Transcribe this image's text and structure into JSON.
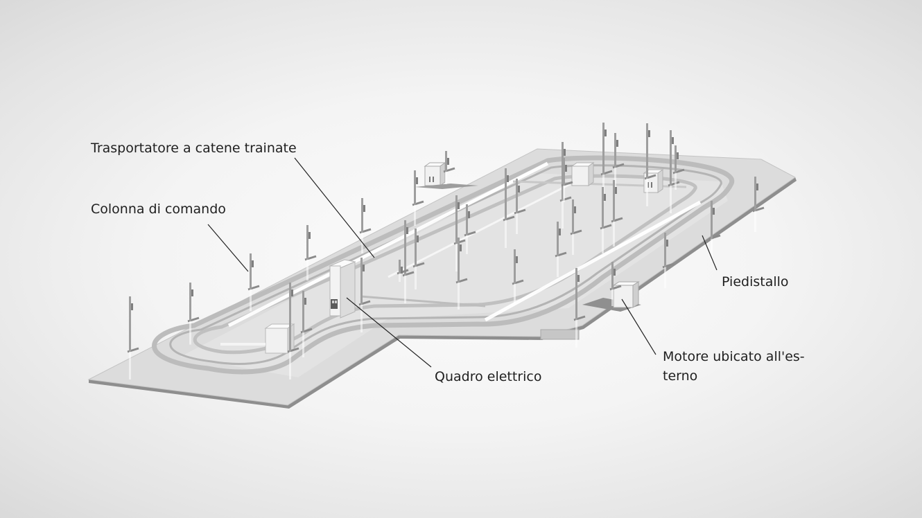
{
  "labels": {
    "chain_conveyor": "Trasportatore a catene trainate",
    "control_column": "Colonna di comando",
    "pedestal": "Piedistallo",
    "control_cabinet": "Quadro elettrico",
    "external_motor_line1": "Motore ubicato all'es-",
    "external_motor_line2": "terno"
  }
}
